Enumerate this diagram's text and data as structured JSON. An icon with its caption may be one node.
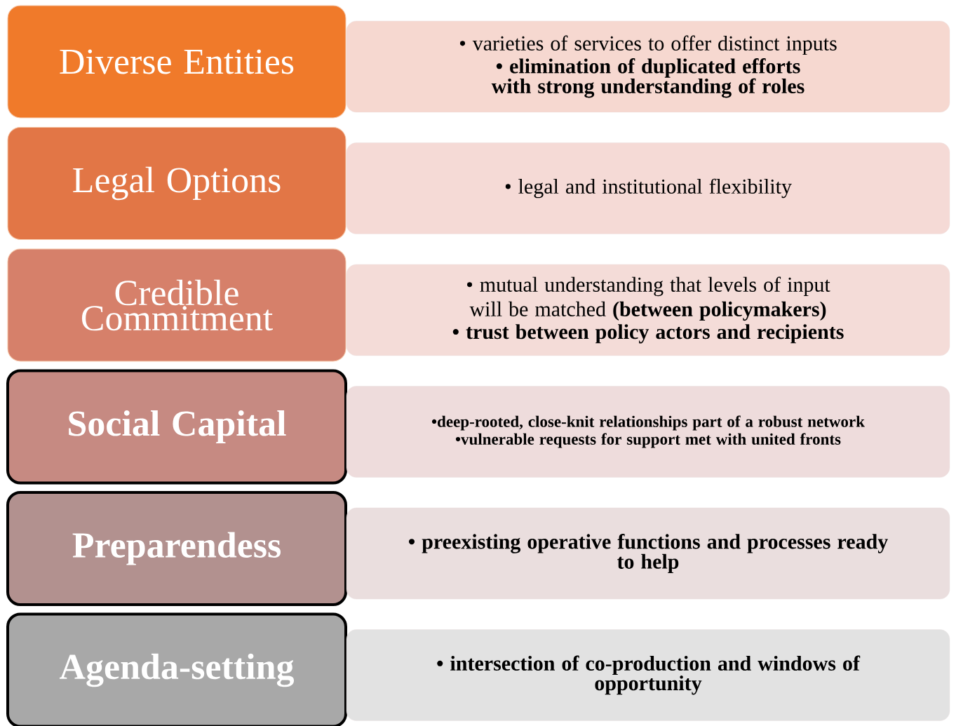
{
  "diagram": {
    "nodes": [
      {
        "text": [
          "Diverse Entities"
        ]
      },
      {
        "text": [
          "• varieties of services to offer distinct inputs",
          "• elimination of duplicated efforts with strong understanding of roles"
        ]
      },
      {
        "text": [
          "Legal Options"
        ]
      },
      {
        "text": [
          "• legal and institutional flexibility"
        ]
      },
      {
        "text": [
          "Credible Commitment"
        ]
      },
      {
        "text": [
          "• mutual understanding that levels of input will be matched **(between policymakers)**",
          "• trust between policy actors and recipients"
        ]
      },
      {
        "text": [
          "Social Capital"
        ]
      },
      {
        "text": [
          "•deep-rooted, close-knit relationships part of a robust network",
          "•vulnerable requests for support met with united fronts"
        ]
      },
      {
        "text": [
          "Preparendess"
        ]
      },
      {
        "text": [
          "• preexisting operative functions and processes ready to help"
        ]
      },
      {
        "text": [
          "Agenda-setting"
        ]
      },
      {
        "text": [
          "• intersection of co-production and windows of opportunity"
        ]
      }
    ]
  }
}
